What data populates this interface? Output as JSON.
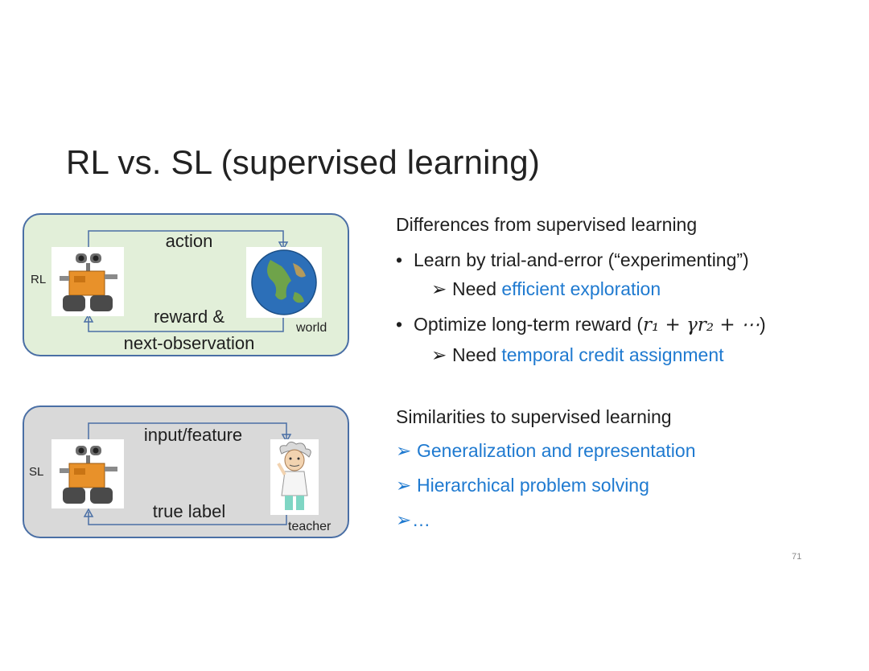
{
  "title": "RL vs. SL (supervised learning)",
  "rl_panel": {
    "side_label": "RL",
    "top_label": "action",
    "bottom_label_1": "reward &",
    "bottom_label_2": "next-observation",
    "right_label": "world",
    "left_image": "robot-icon",
    "right_image": "globe-icon",
    "fill_color": "#e2efd9"
  },
  "sl_panel": {
    "side_label": "SL",
    "top_label": "input/feature",
    "bottom_label": "true label",
    "right_label": "teacher",
    "left_image": "robot-icon",
    "right_image": "teacher-icon",
    "fill_color": "#d9d9d9"
  },
  "differences": {
    "heading": "Differences from supervised learning",
    "item1": "Learn by trial-and-error (“experimenting”)",
    "item1_sub_prefix": "Need ",
    "item1_sub_highlight": "efficient exploration",
    "item2_prefix": "Optimize long-term reward (",
    "item2_formula": "r₁ + γr₂ + ⋯",
    "item2_suffix": ")",
    "item2_sub_prefix": "Need ",
    "item2_sub_highlight": "temporal credit assignment"
  },
  "similarities": {
    "heading": "Similarities to supervised learning",
    "items": [
      "Generalization and representation",
      "Hierarchical problem solving",
      "…"
    ]
  },
  "page_number": "71",
  "colors": {
    "highlight": "#1f7ad0",
    "panel_border": "#4a6fa5"
  }
}
